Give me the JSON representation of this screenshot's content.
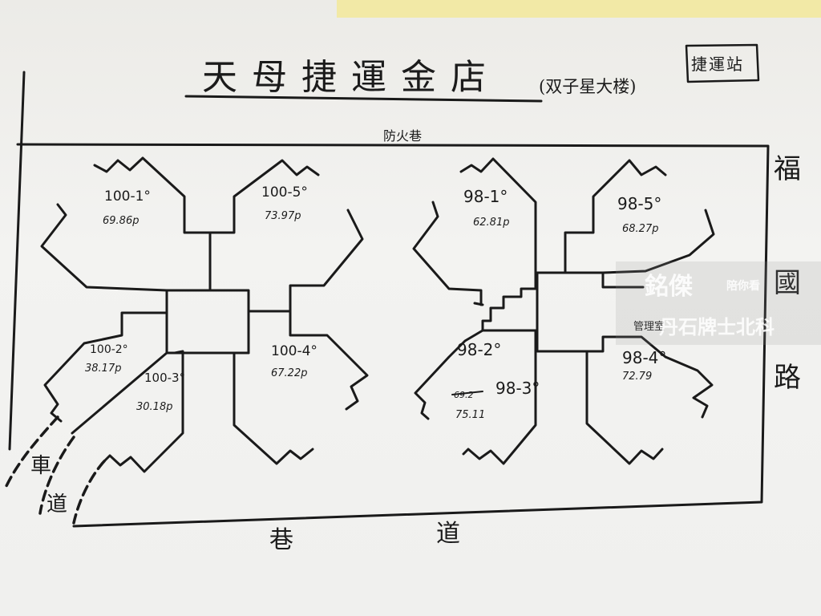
{
  "title": "天母捷運金店",
  "subtitle": "(双子星大楼)",
  "station_box": "捷運站",
  "streets": {
    "top": "防火巷",
    "right": [
      "福",
      "國",
      "路"
    ],
    "bottom_left": "巷",
    "bottom_right": "道",
    "driveway": [
      "車",
      "道"
    ]
  },
  "units": [
    {
      "id": "100-1°",
      "area": "69.86p"
    },
    {
      "id": "100-5°",
      "area": "73.97p"
    },
    {
      "id": "100-2°",
      "area": "38.17p"
    },
    {
      "id": "100-3°",
      "area": "30.18p"
    },
    {
      "id": "100-4°",
      "area": "67.22p"
    },
    {
      "id": "98-1°",
      "area": "62.81p"
    },
    {
      "id": "98-5°",
      "area": "68.27p"
    },
    {
      "id": "98-2°",
      "area": ""
    },
    {
      "id": "98-3°",
      "area": "75.11",
      "struck_value": "69.2"
    },
    {
      "id": "98-4°",
      "area": "72.79"
    }
  ],
  "management_room": "管理室",
  "watermark": {
    "line1": "銘傑",
    "line1_small": "陪你看",
    "line2": "丹石牌士北科"
  }
}
